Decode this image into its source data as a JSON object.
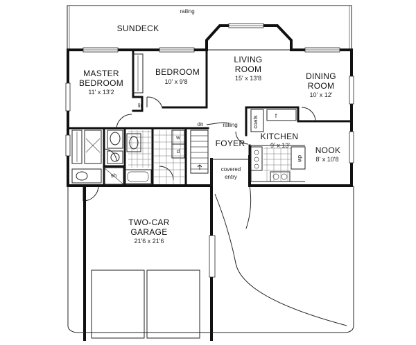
{
  "rooms": {
    "sundeck": {
      "name": "SUNDECK"
    },
    "master_bedroom": {
      "name_line1": "MASTER",
      "name_line2": "BEDROOM",
      "dimensions": "11' x 13'2"
    },
    "bedroom": {
      "name": "BEDROOM",
      "dimensions": "10' x 9'8"
    },
    "living_room": {
      "name_line1": "LIVING",
      "name_line2": "ROOM",
      "dimensions": "15' x 13'8"
    },
    "dining_room": {
      "name_line1": "DINING",
      "name_line2": "ROOM",
      "dimensions": "10' x 12'"
    },
    "foyer": {
      "name": "FOYER"
    },
    "kitchen": {
      "name": "KITCHEN",
      "dimensions": "9' x 13'"
    },
    "nook": {
      "name": "NOOK",
      "dimensions": "8' x 10'8"
    },
    "garage": {
      "name_line1": "TWO-CAR",
      "name_line2": "GARAGE",
      "dimensions": "21'6 x 21'6"
    }
  },
  "labels": {
    "railing_top": "railing",
    "railing_stair": "railing",
    "down": "dn",
    "linen": "lin",
    "shower": "sh",
    "coats": "coats",
    "fridge": "f",
    "washer": "w",
    "dryer": "d",
    "dishwasher": "dw",
    "covered_entry_line1": "covered",
    "covered_entry_line2": "entry"
  }
}
